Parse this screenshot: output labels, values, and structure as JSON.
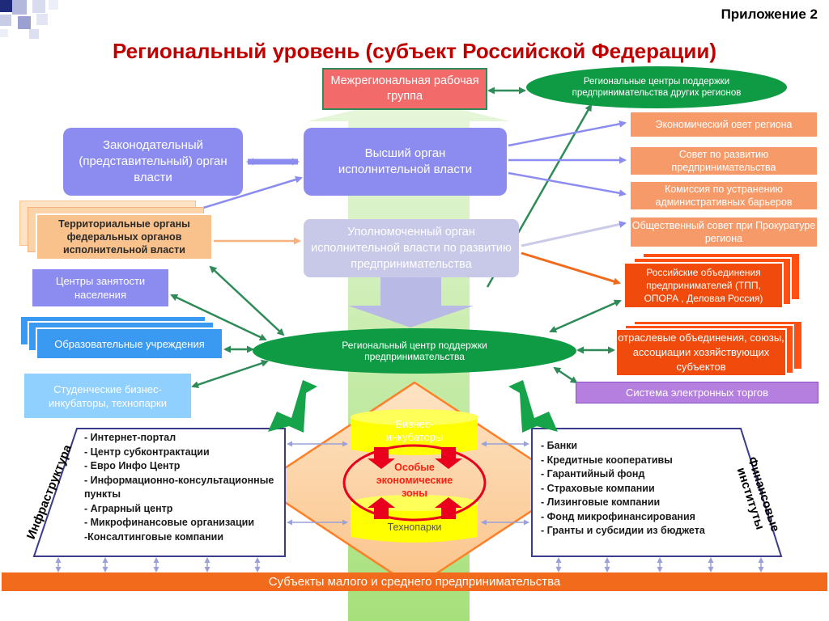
{
  "header": {
    "appendix": "Приложение 2",
    "title": "Региональный уровень (субъект Российской Федерации)"
  },
  "center": {
    "interregional": "Межрегиональная рабочая группа",
    "executive": "Высший орган исполнительной власти",
    "authorized": "Уполномоченный орган исполнительной власти по развитию предпринимательства",
    "regional_center": "Региональный центр поддержки предпринимательства"
  },
  "left": {
    "legislative": "Законодательный (представительный) орган власти",
    "territorial": "Территориальные органы федеральных органов исполнительной власти",
    "employment": "Центры занятости населения",
    "education": "Образовательные учреждения",
    "student": "Студенческие бизнес-инкубаторы, технопарки"
  },
  "right": {
    "other_regions": "Региональные центры поддержки предпринимательства других регионов",
    "economic_council": "Экономический овет региона",
    "dev_council": "Совет по развитию предпринимательства",
    "barriers": "Комиссия по устранению административных барьеров",
    "public_council": "Общественный совет при Прокуратуре региона",
    "associations": "Российские объединения предпринимателей (ТПП, ОПОРА , Деловая Россия)",
    "branch": "отраслевые объединения, союзы, ассоциации хозяйствующих субъектов",
    "etrade": "Система электронных торгов"
  },
  "hub": {
    "incubators": "Бизнес-инкубаторы",
    "sez": "Особые экономические зоны",
    "technoparks": "Технопарки"
  },
  "infrastructure": {
    "label": "Инфраструктура",
    "items": [
      "- Интернет-портал",
      "- Центр субконтрактации",
      "- Евро Инфо Центр",
      "-  Информационно-консультационные пункты",
      "- Аграрный центр",
      "- Микрофинансовые организации",
      "-Консалтинговые компании"
    ]
  },
  "finance": {
    "label": "Финансовые институты",
    "items": [
      "- Банки",
      "- Кредитные кооперативы",
      "- Гарантийный фонд",
      "- Страховые компании",
      "- Лизинговые компании",
      "- Фонд  микрофинансирования",
      "- Гранты и субсидии из бюджета"
    ]
  },
  "bottom": "Субъекты малого и среднего предпринимательства",
  "colors": {
    "title": "#c00000",
    "green": "#0f9b44",
    "lavender": "#8c8cf0",
    "salmon": "#f79a6a",
    "orange_red": "#f04a0c"
  }
}
